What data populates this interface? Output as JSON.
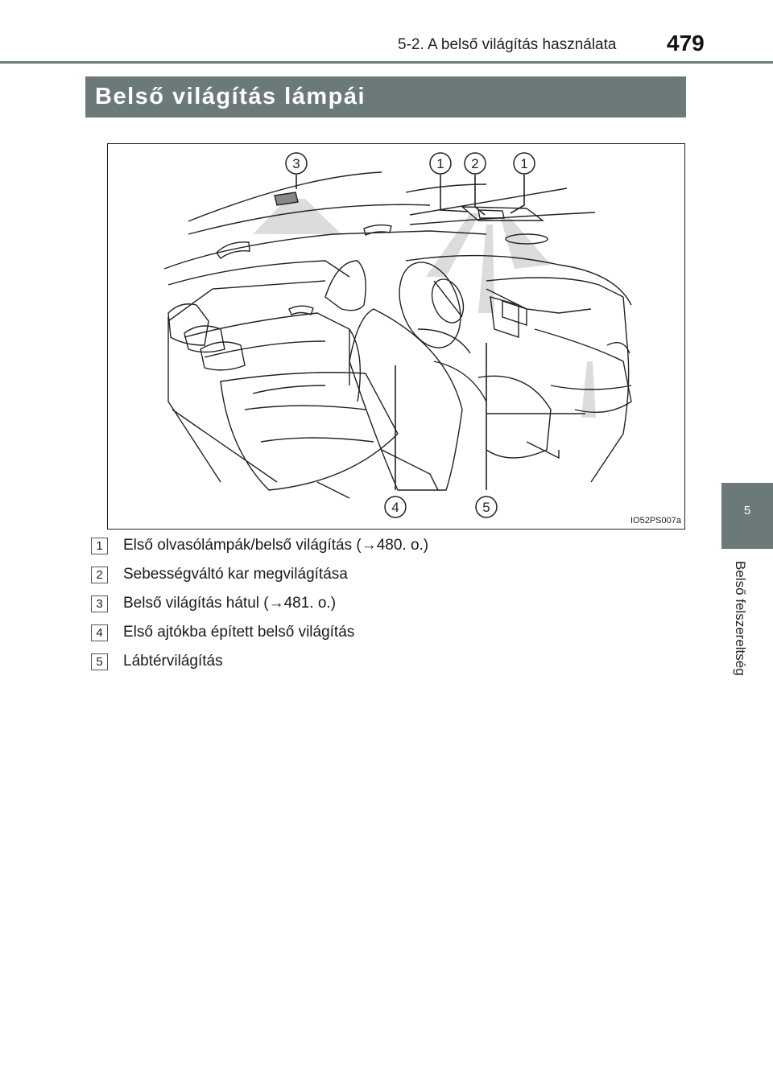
{
  "header": {
    "title": "5-2. A belső világítás használata",
    "page_number": "479"
  },
  "section": {
    "title": "Belső világítás lámpái"
  },
  "side_tab": {
    "number": "5",
    "label": "Belső felszereltség"
  },
  "figure": {
    "code": "IO52PS007a",
    "callouts": [
      "3",
      "1",
      "2",
      "1",
      "4",
      "5"
    ]
  },
  "legend": [
    {
      "num": "1",
      "text": "Első olvasólámpák/belső világítás (→480. o.)"
    },
    {
      "num": "2",
      "text": "Sebességváltó kar megvilágítása"
    },
    {
      "num": "3",
      "text": "Belső világítás hátul (→481. o.)"
    },
    {
      "num": "4",
      "text": "Első ajtókba épített belső világítás"
    },
    {
      "num": "5",
      "text": "Lábtérvilágítás"
    }
  ],
  "colors": {
    "accent": "#6b7a78",
    "light_beam": "#d9dad9"
  }
}
